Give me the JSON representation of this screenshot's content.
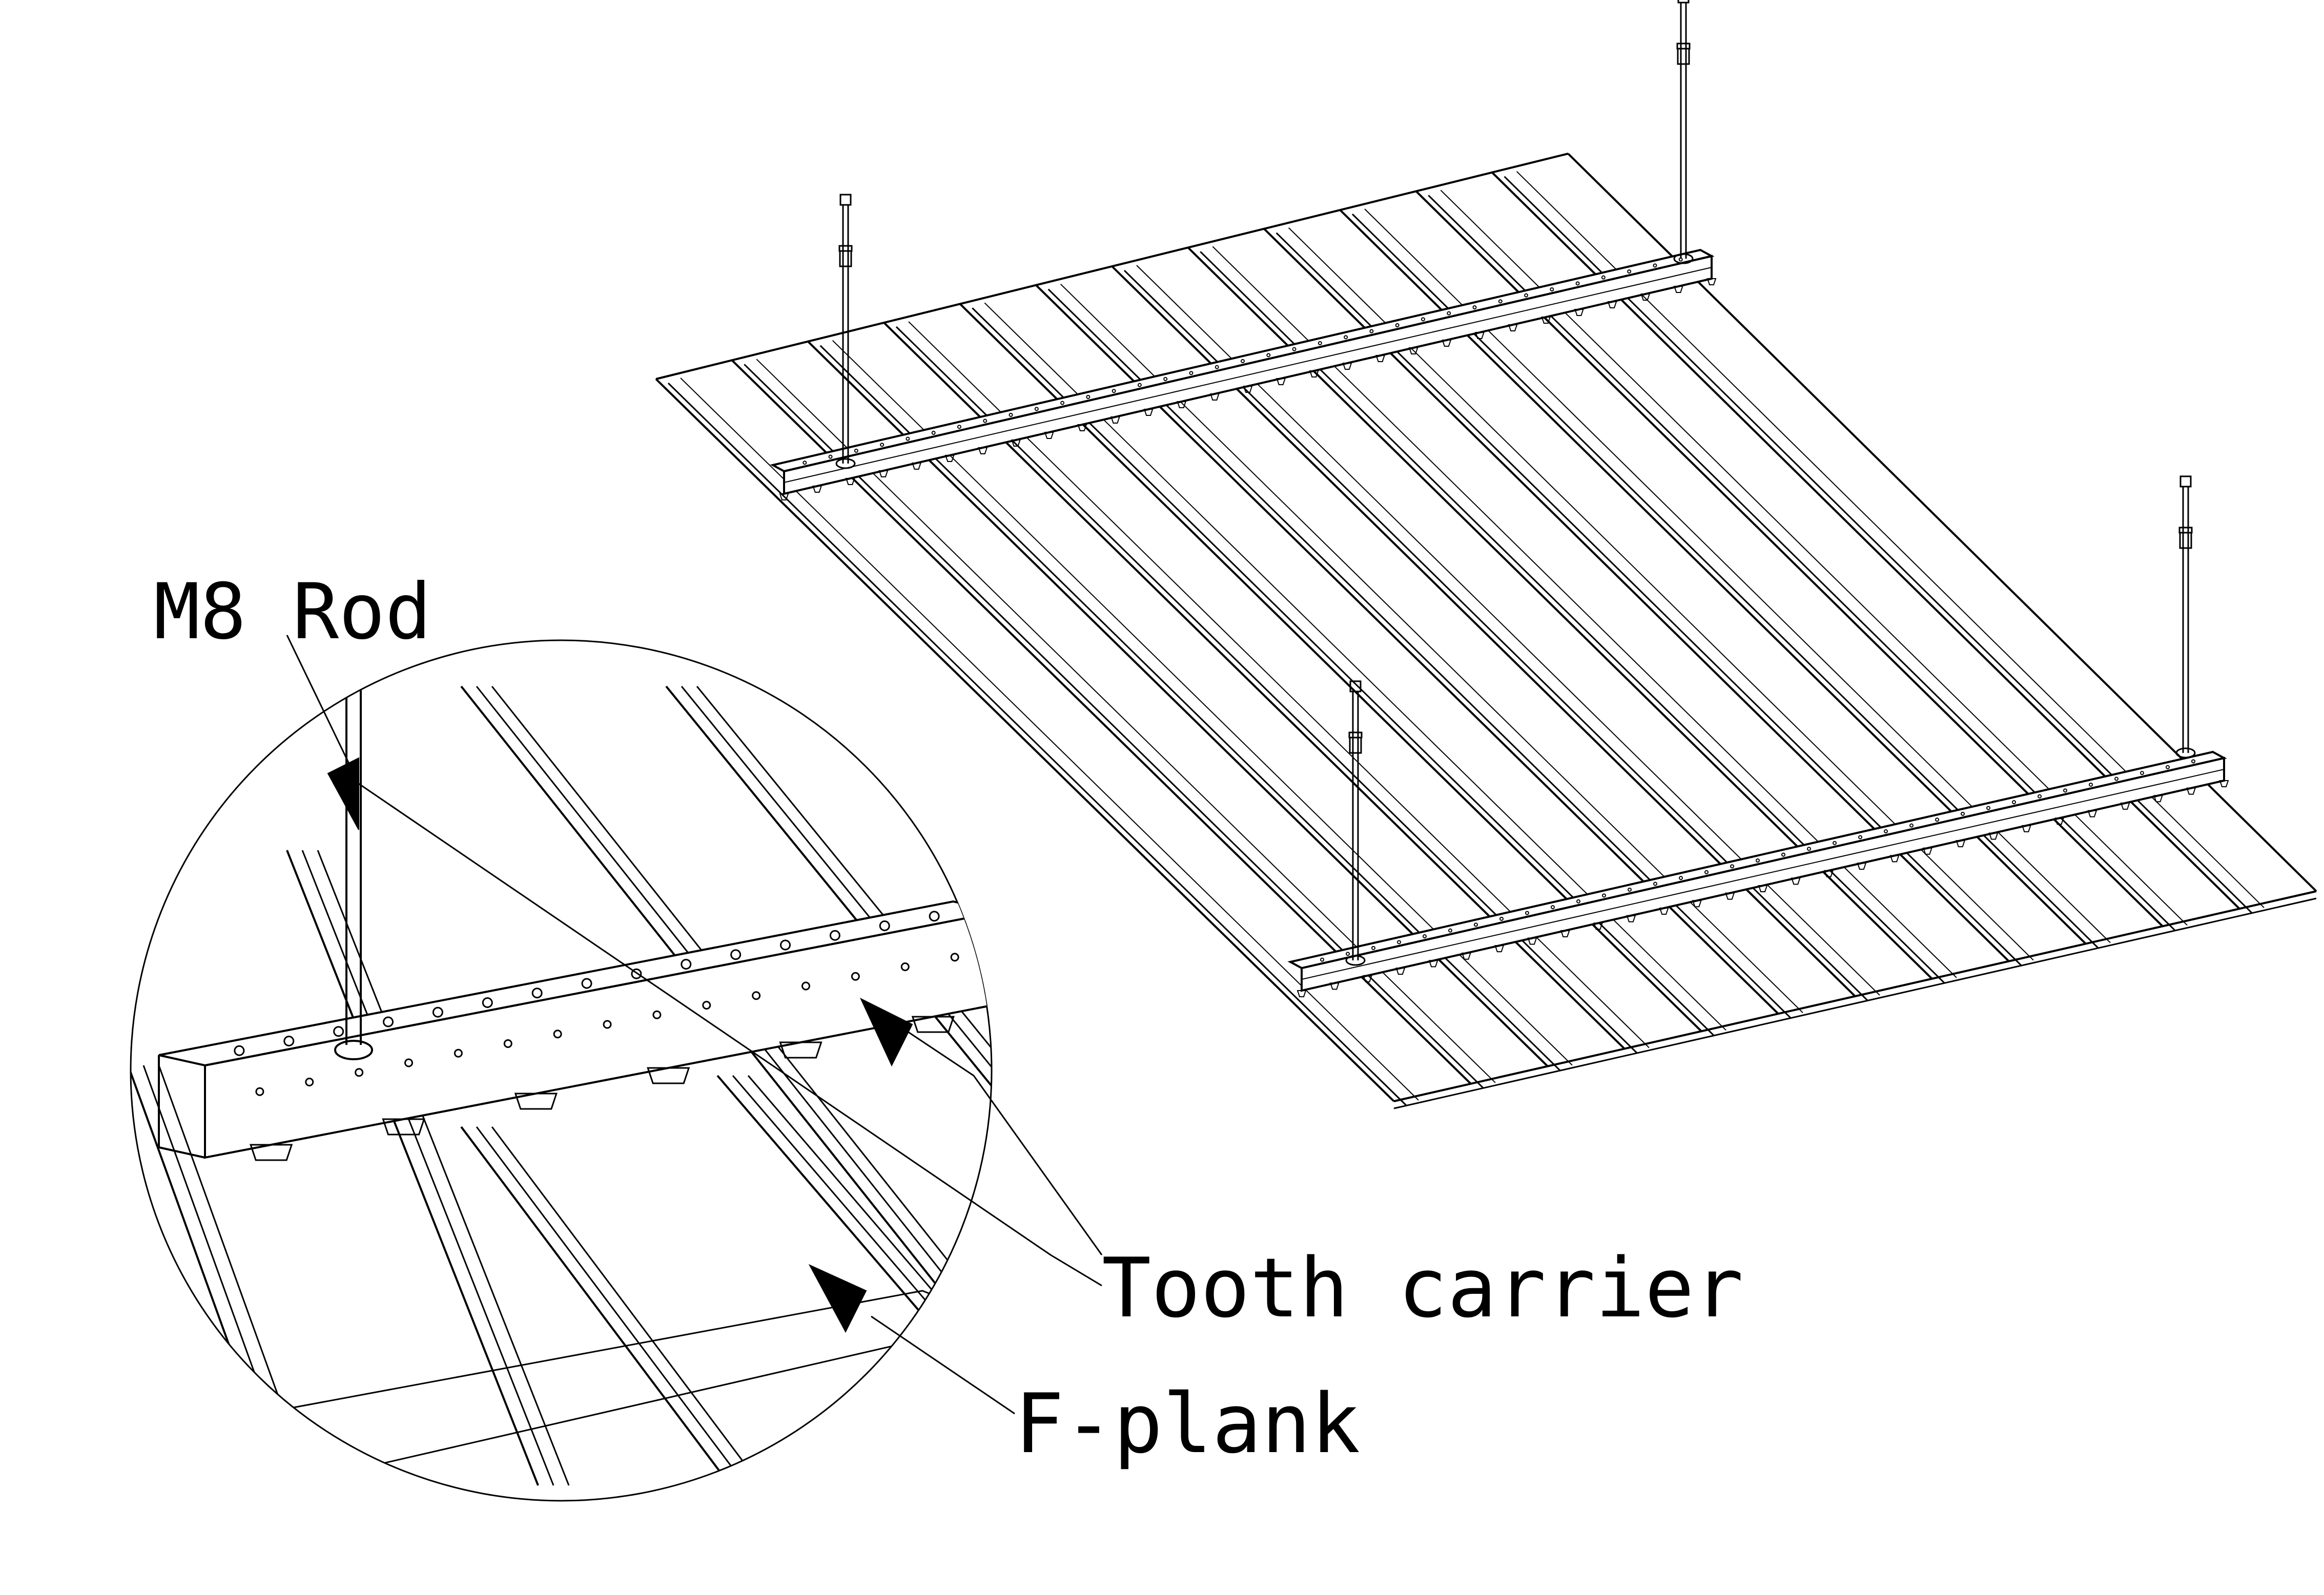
{
  "labels": {
    "rod": "M8 Rod",
    "carrier": "Tooth carrier",
    "plank": "F-plank"
  },
  "colors": {
    "line": "#000000",
    "background": "#ffffff"
  }
}
